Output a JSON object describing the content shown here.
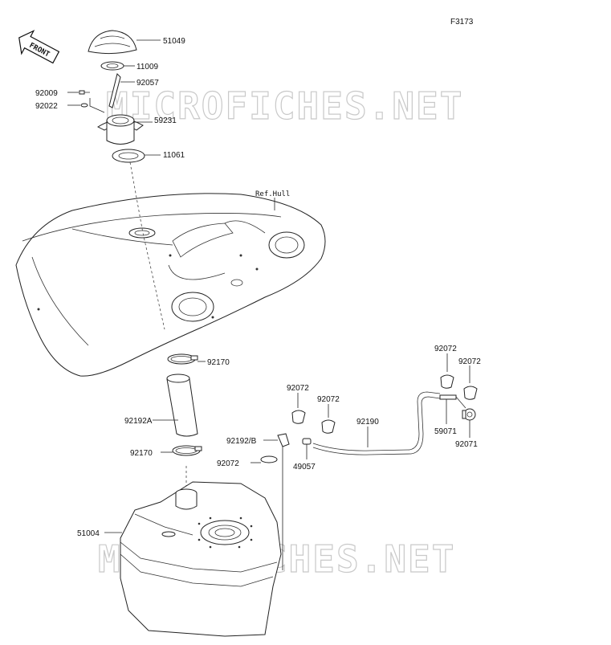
{
  "figure_code": "F3173",
  "front_label": "FRONT",
  "ref_label": "Ref.Hull",
  "watermark": "MICROFICHES.NET",
  "callouts": {
    "c51049": "51049",
    "c11009": "11009",
    "c92057": "92057",
    "c92009": "92009",
    "c92022": "92022",
    "c59231": "59231",
    "c11061": "11061",
    "c92170a": "92170",
    "c92192a": "92192A",
    "c92170b": "92170",
    "c51004": "51004",
    "c92072a": "92072",
    "c92072b": "92072",
    "c92192b": "92192/B",
    "c92072c": "92072",
    "c49057": "49057",
    "c92190": "92190",
    "c92072d": "92072",
    "c92072e": "92072",
    "c59071": "59071",
    "c92071": "92071"
  }
}
